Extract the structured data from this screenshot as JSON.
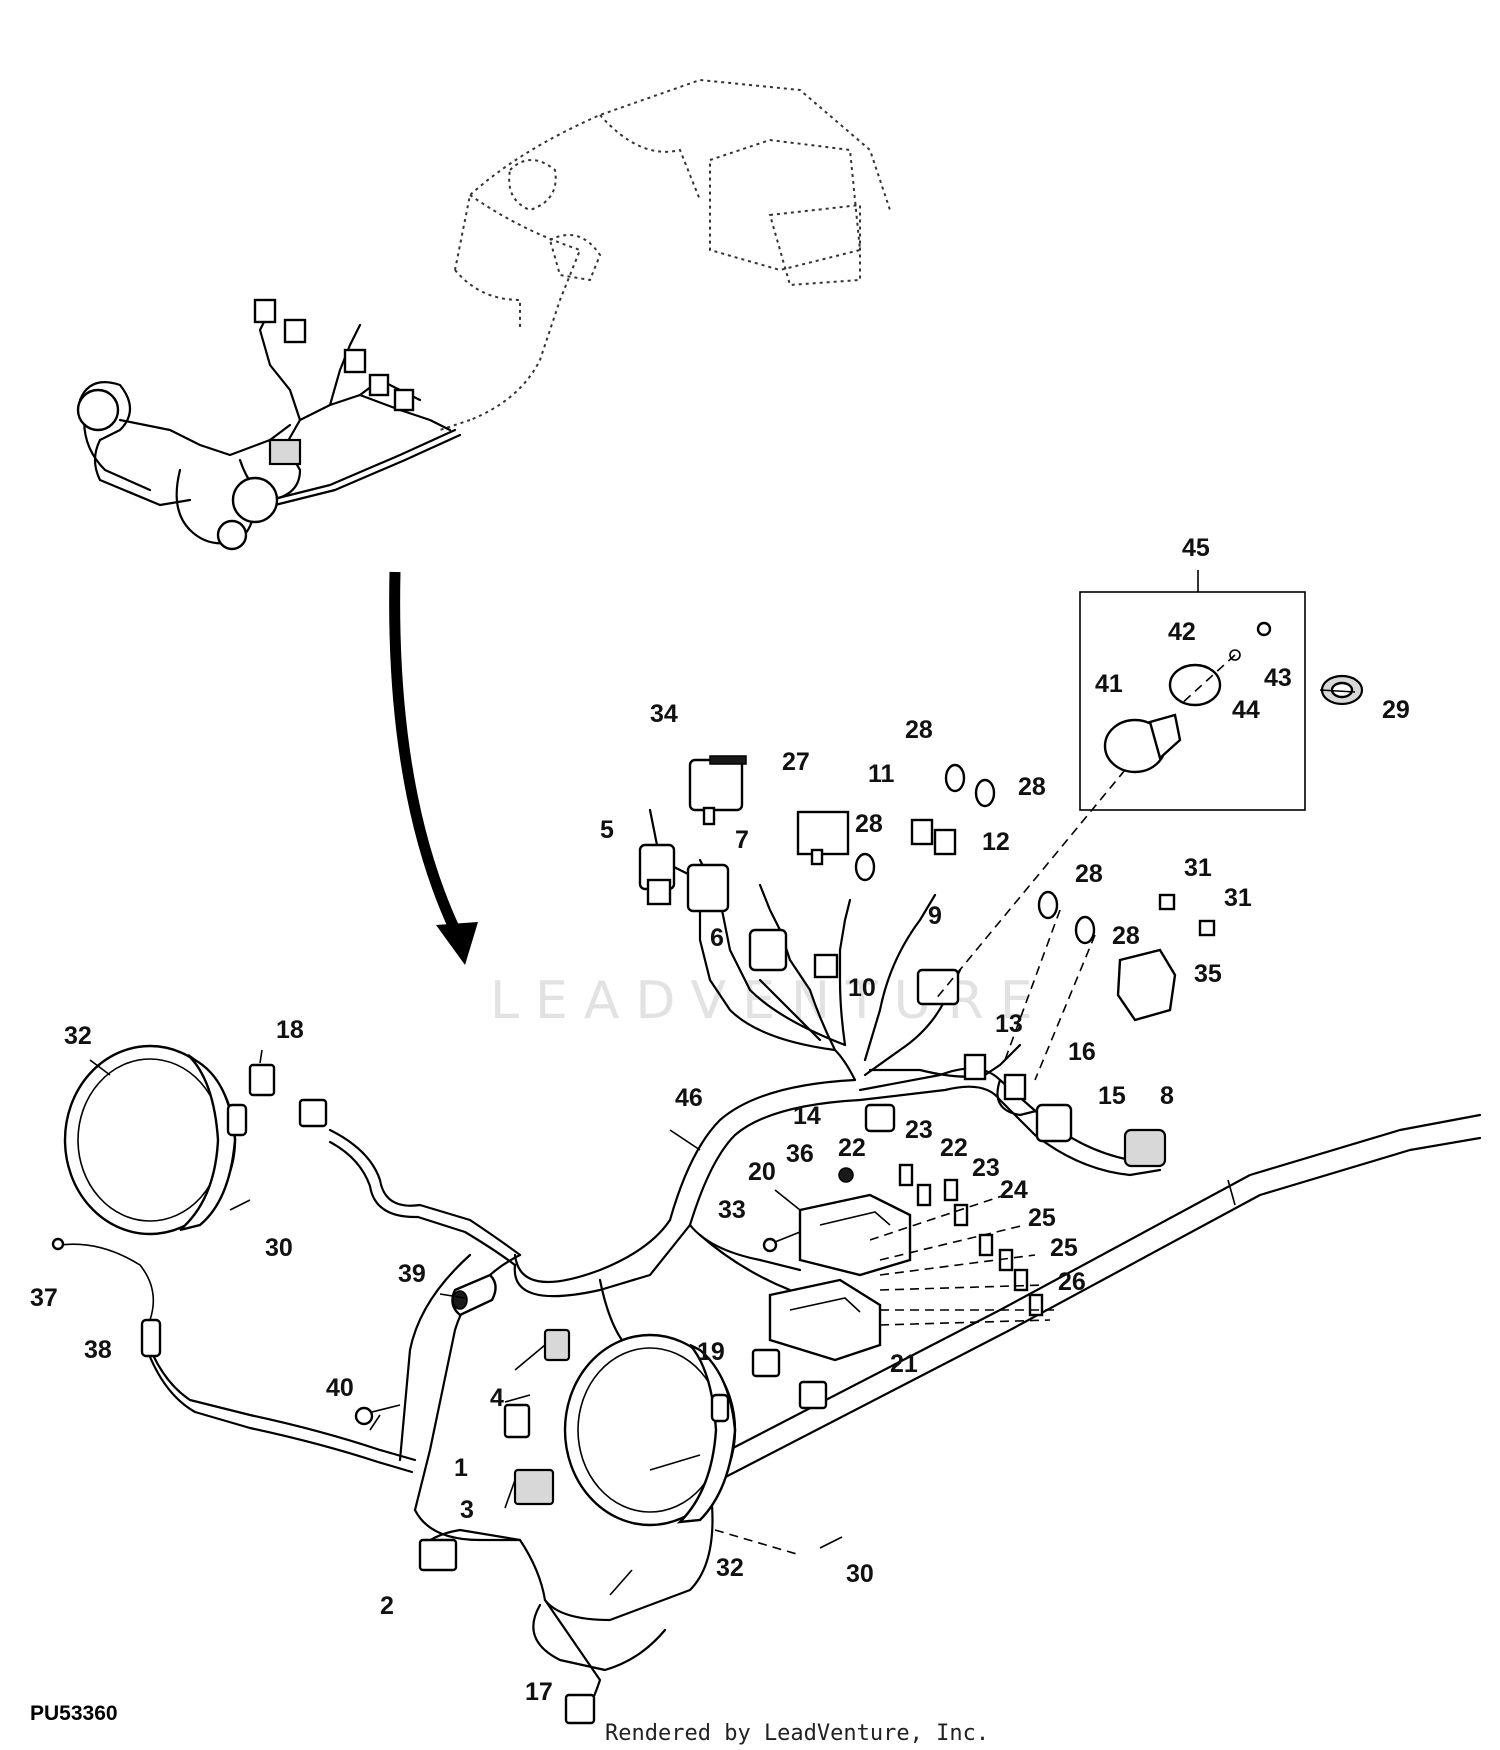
{
  "drawing_code": "PU53360",
  "credit": "Rendered by LeadVenture, Inc.",
  "watermark": "LEADVENTURE",
  "callouts": {
    "c1": "1",
    "c2": "2",
    "c3": "3",
    "c4": "4",
    "c5": "5",
    "c6": "6",
    "c7": "7",
    "c8": "8",
    "c9": "9",
    "c10": "10",
    "c11": "11",
    "c12": "12",
    "c13": "13",
    "c14": "14",
    "c15": "15",
    "c16": "16",
    "c17": "17",
    "c18": "18",
    "c19": "19",
    "c20": "20",
    "c21": "21",
    "c22a": "22",
    "c22b": "22",
    "c23a": "23",
    "c23b": "23",
    "c24": "24",
    "c25a": "25",
    "c25b": "25",
    "c26": "26",
    "c27": "27",
    "c28a": "28",
    "c28b": "28",
    "c28c": "28",
    "c28d": "28",
    "c28e": "28",
    "c29": "29",
    "c30a": "30",
    "c30b": "30",
    "c31a": "31",
    "c31b": "31",
    "c32a": "32",
    "c32b": "32",
    "c33": "33",
    "c34": "34",
    "c35": "35",
    "c36": "36",
    "c37": "37",
    "c38": "38",
    "c39": "39",
    "c40": "40",
    "c41": "41",
    "c42": "42",
    "c43": "43",
    "c44": "44",
    "c45": "45",
    "c46": "46"
  }
}
